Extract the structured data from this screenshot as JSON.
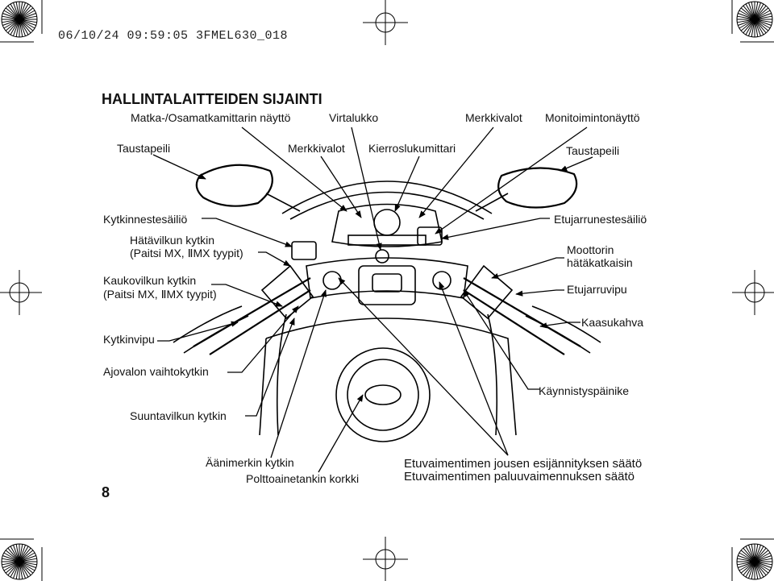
{
  "header": {
    "stamp": "06/10/24 09:59:05 3FMEL630_018"
  },
  "title": "HALLINTALAITTEIDEN SIJAINTI",
  "labels": {
    "trip_display": "Matka-/Osamatkamittarin näyttö",
    "ignition": "Virtalukko",
    "indicators_right": "Merkkivalot",
    "multi_display": "Monitoimintonäyttö",
    "mirror_left": "Taustapeili",
    "indicators_left": "Merkkivalot",
    "tachometer": "Kierroslukumittari",
    "mirror_right": "Taustapeili",
    "clutch_reservoir": "Kytkinnestesäiliö",
    "hazard_1": "Hätävilkun kytkin",
    "hazard_2": "(Paitsi MX, ⅡMX tyypit)",
    "passing_1": "Kaukovilkun kytkin",
    "passing_2": "(Paitsi MX, ⅡMX tyypit)",
    "clutch_lever": "Kytkinvipu",
    "headlight": "Ajovalon vaihtokytkin",
    "turn_signal": "Suuntavilkun kytkin",
    "horn": "Äänimerkin kytkin",
    "fuel_cap": "Polttoainetankin korkki",
    "brake_reservoir": "Etujarrunestesäiliö",
    "kill_1": "Moottorin",
    "kill_2": "hätäkatkaisin",
    "brake_lever": "Etujarruvipu",
    "throttle": "Kaasukahva",
    "starter": "Käynnistyspäinike",
    "fork_preload": "Etuvaimentimen jousen esijännityksen säätö",
    "fork_rebound": "Etuvaimentimen paluuvaimennuksen säätö"
  },
  "page_number": "8"
}
